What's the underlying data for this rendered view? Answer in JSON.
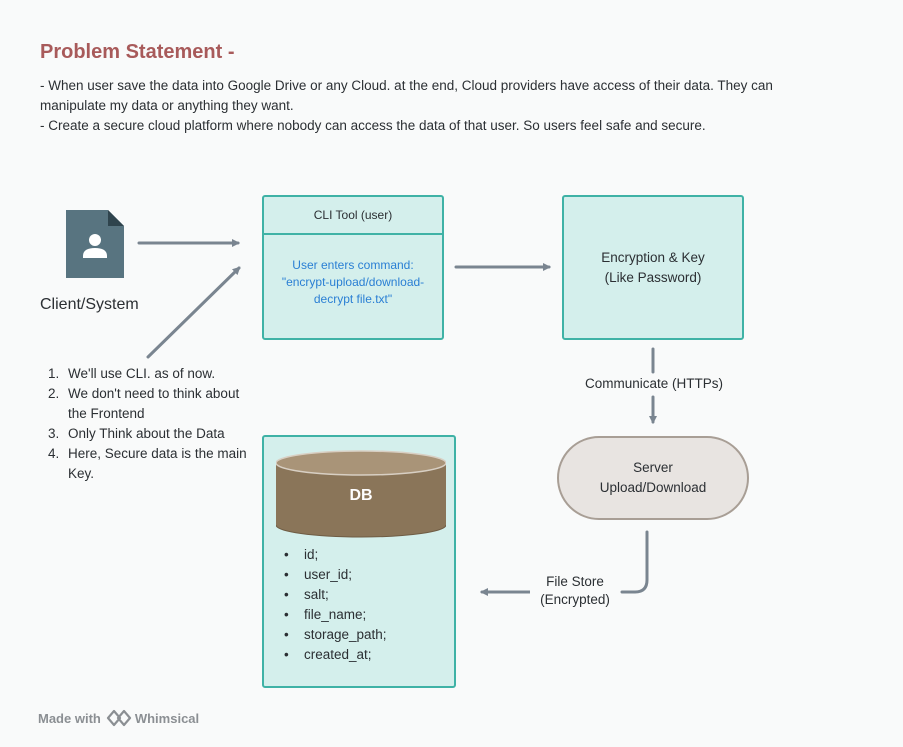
{
  "header": {
    "title": "Problem Statement -",
    "lines": [
      "- When user save the data into Google Drive or any Cloud. at the end, Cloud providers have access of their data. They can manipulate my data or anything they want.",
      "- Create a secure cloud platform where nobody can access the data of that user. So users feel safe and secure."
    ]
  },
  "client": {
    "label": "Client/System",
    "icon": "document-user-icon"
  },
  "notes": [
    {
      "num": "1.",
      "text": "We'll use CLI. as of now."
    },
    {
      "num": "2.",
      "text": "We don't need to think about the Frontend"
    },
    {
      "num": "3.",
      "text": "Only Think about the Data"
    },
    {
      "num": "4.",
      "text": "Here, Secure data is the main Key."
    }
  ],
  "cli_tool": {
    "title": "CLI Tool (user)",
    "body_line1": "User enters command:",
    "body_line2": "\"encrypt-upload/download-decrypt file.txt\""
  },
  "encryption": {
    "line1": "Encryption & Key",
    "line2": "(Like Password)"
  },
  "communicate_label": "Communicate (HTTPs)",
  "server": {
    "line1": "Server",
    "line2": "Upload/Download"
  },
  "file_store": {
    "line1": "File Store",
    "line2": "(Encrypted)"
  },
  "db": {
    "label": "DB",
    "fields": [
      "id;",
      "user_id;",
      "salt;",
      "file_name;",
      "storage_path;",
      "created_at;"
    ]
  },
  "footer": {
    "made_with": "Made with",
    "brand": "Whimsical"
  },
  "colors": {
    "title": "#a85a5a",
    "box_fill": "#d4efec",
    "box_border": "#3fb2a6",
    "command_text": "#2a7fd4",
    "connector": "#7a8590",
    "db_fill": "#8a7559",
    "server_fill": "#e8e4e1"
  }
}
